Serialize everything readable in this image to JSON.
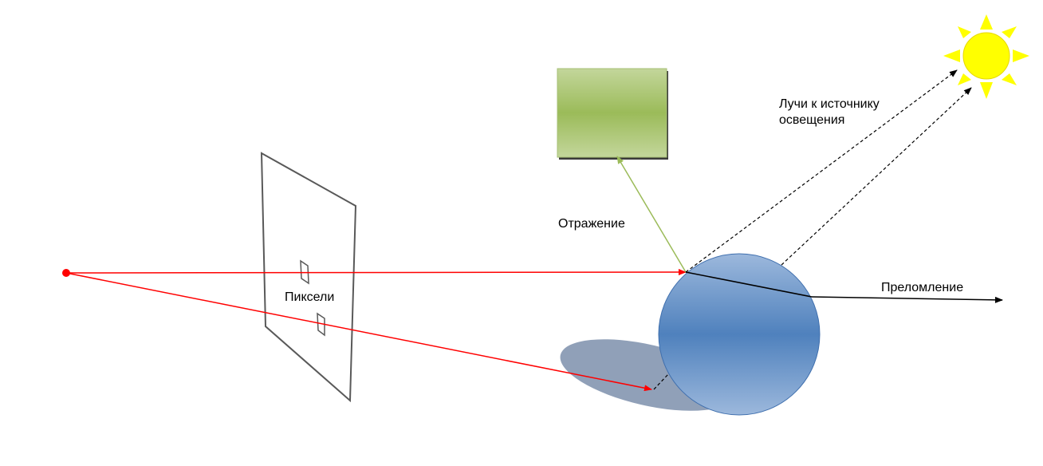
{
  "labels": {
    "pixels": "Пиксели",
    "reflection": "Отражение",
    "light_rays": "Лучи к источнику освещения",
    "refraction": "Преломление"
  },
  "colors": {
    "primary_ray": "#ff0000",
    "reflection_ray": "#9bbb59",
    "shadow_ray": "#000000",
    "sphere": "#4f81bd",
    "shadow": "#8496b0",
    "reflected_box": "#9bbb59",
    "sun": "#ffff00",
    "screen_frame": "#595959"
  },
  "icons": {
    "sun": "sun-icon",
    "camera": "camera-eye-point"
  }
}
